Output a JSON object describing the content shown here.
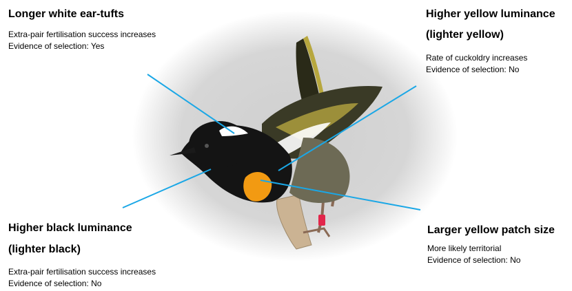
{
  "colors": {
    "background": "#ffffff",
    "halo": "#d4d4d4",
    "leader_line": "#1aa7e6",
    "bird_black": "#141414",
    "patch_yellow": "#f29a12",
    "wing_yellow": "#b8a83a",
    "white_tuft": "#ffffff",
    "perch": "#c9b08f",
    "leg_band": "#e2264a"
  },
  "annotations": [
    {
      "id": "ear_tufts",
      "title_lines": [
        "Longer white ear-tufts"
      ],
      "details": [
        "Extra-pair fertilisation success increases",
        "Evidence of selection: Yes"
      ]
    },
    {
      "id": "yellow_luminance",
      "title_lines": [
        "Higher yellow luminance",
        "(lighter yellow)"
      ],
      "details": [
        "Rate of cuckoldry increases",
        "Evidence of selection: No"
      ]
    },
    {
      "id": "black_luminance",
      "title_lines": [
        "Higher black luminance",
        "(lighter black)"
      ],
      "details": [
        "Extra-pair fertilisation success increases",
        "Evidence of selection: No"
      ]
    },
    {
      "id": "patch_size",
      "title_lines": [
        "Larger yellow patch size"
      ],
      "details": [
        "More likely territorial",
        "Evidence of selection: No"
      ]
    }
  ]
}
